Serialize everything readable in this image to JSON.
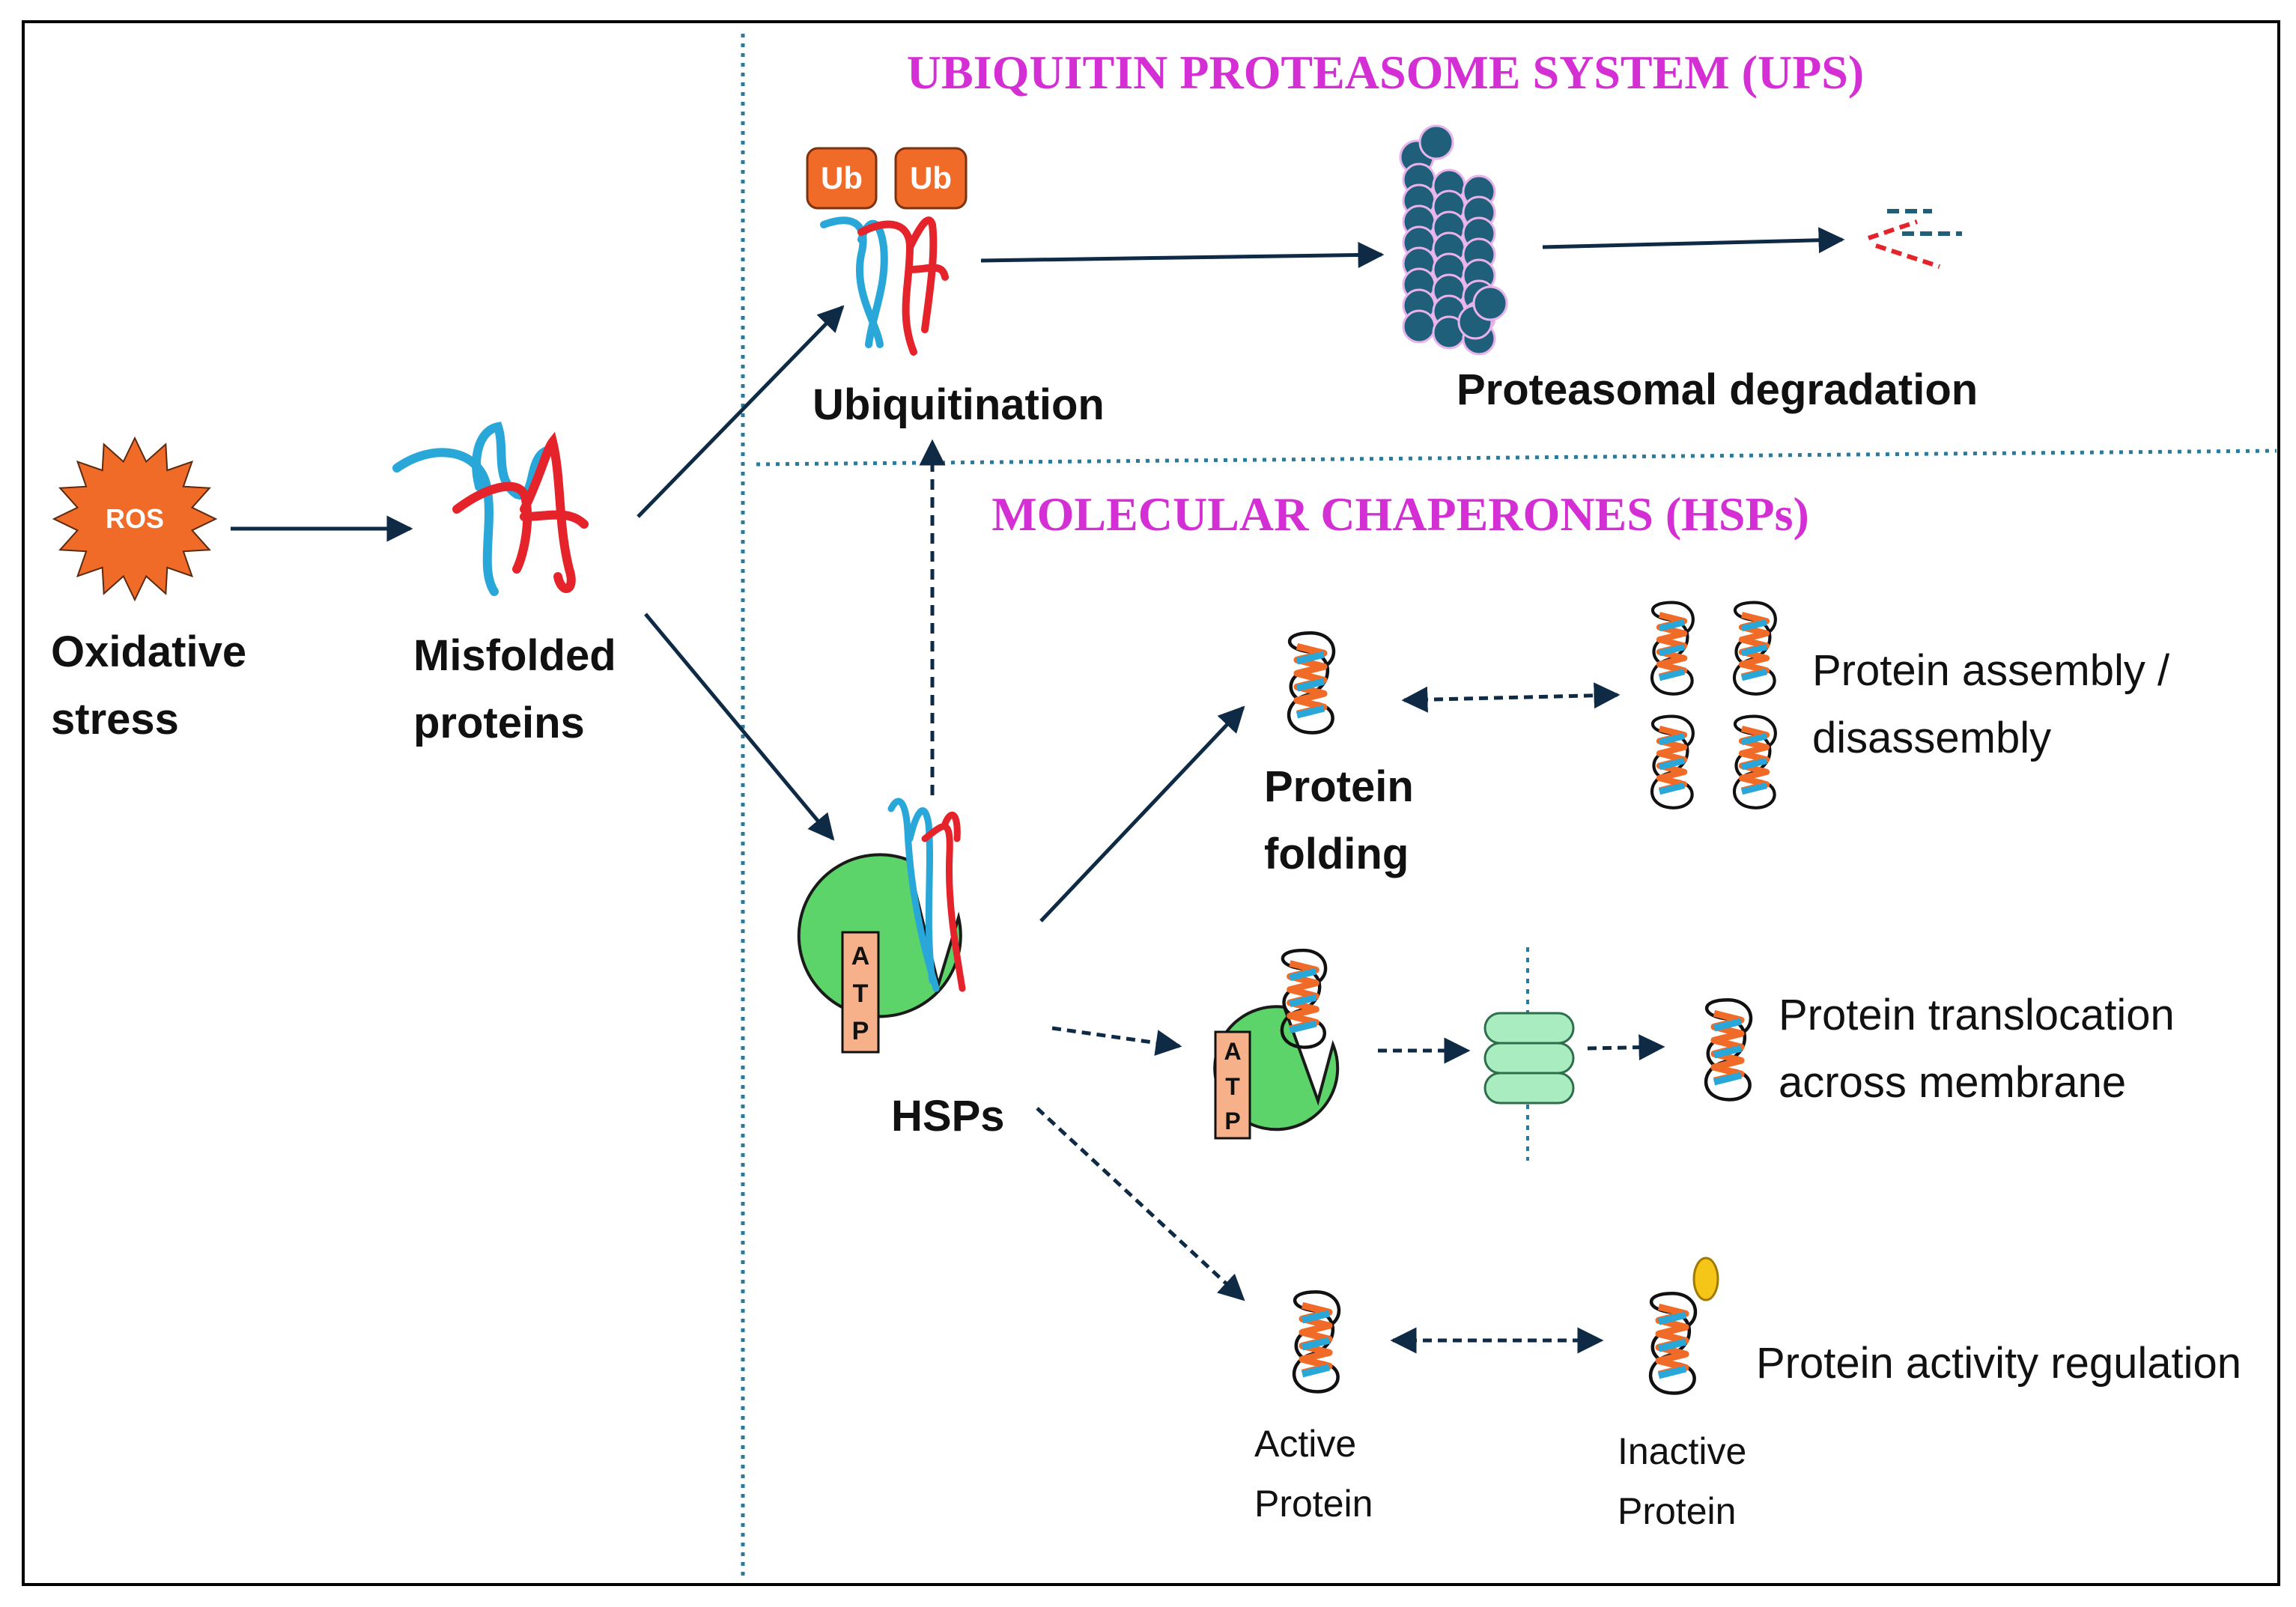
{
  "sections": {
    "ups_title": "UBIQUITIN PROTEASOME SYSTEM (UPS)",
    "hsp_title": "MOLECULAR CHAPERONES (HSPs)"
  },
  "labels": {
    "ros": "ROS",
    "oxidative_1": "Oxidative",
    "oxidative_2": "stress",
    "misfolded_1": "Misfolded",
    "misfolded_2": "proteins",
    "ubiquitination": "Ubiquitination",
    "ub_tag": "Ub",
    "proteasomal": "Proteasomal degradation",
    "hsps": "HSPs",
    "atp": [
      "A",
      "T",
      "P"
    ],
    "folding_1": "Protein",
    "folding_2": "folding",
    "assembly_1": "Protein assembly /",
    "assembly_2": "disassembly",
    "translocation_1": "Protein translocation",
    "translocation_2": "across membrane",
    "activity": "Protein activity regulation",
    "active_1": "Active",
    "active_2": "Protein",
    "inactive_1": "Inactive",
    "inactive_2": "Protein"
  },
  "colors": {
    "title_magenta": "#d42fd4",
    "ros_orange": "#ef6b27",
    "ub_orange": "#ef6b27",
    "protein_blue": "#2aa7d9",
    "protein_red": "#e5232b",
    "proteasome": "#1f5f7a",
    "hsp_green": "#5cd46a",
    "atp_fill": "#f6b08a",
    "membrane": "#a8ecc0",
    "arrow": "#0e2a44",
    "divider": "#2a7a9c",
    "ligand_yellow": "#f5c518"
  }
}
